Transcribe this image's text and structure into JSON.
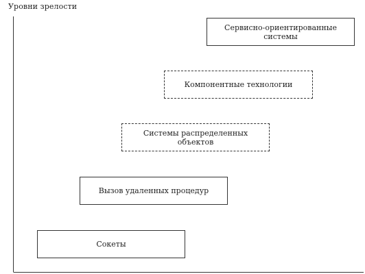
{
  "diagram": {
    "y_axis_label": "Уровни зрелости",
    "levels": [
      {
        "label": "Сокеты"
      },
      {
        "label": "Вызов удаленных процедур"
      },
      {
        "label": "Системы распределенных объектов"
      },
      {
        "label": "Компонентные технологии"
      },
      {
        "label": "Сервисно-ориентированные системы"
      }
    ]
  }
}
